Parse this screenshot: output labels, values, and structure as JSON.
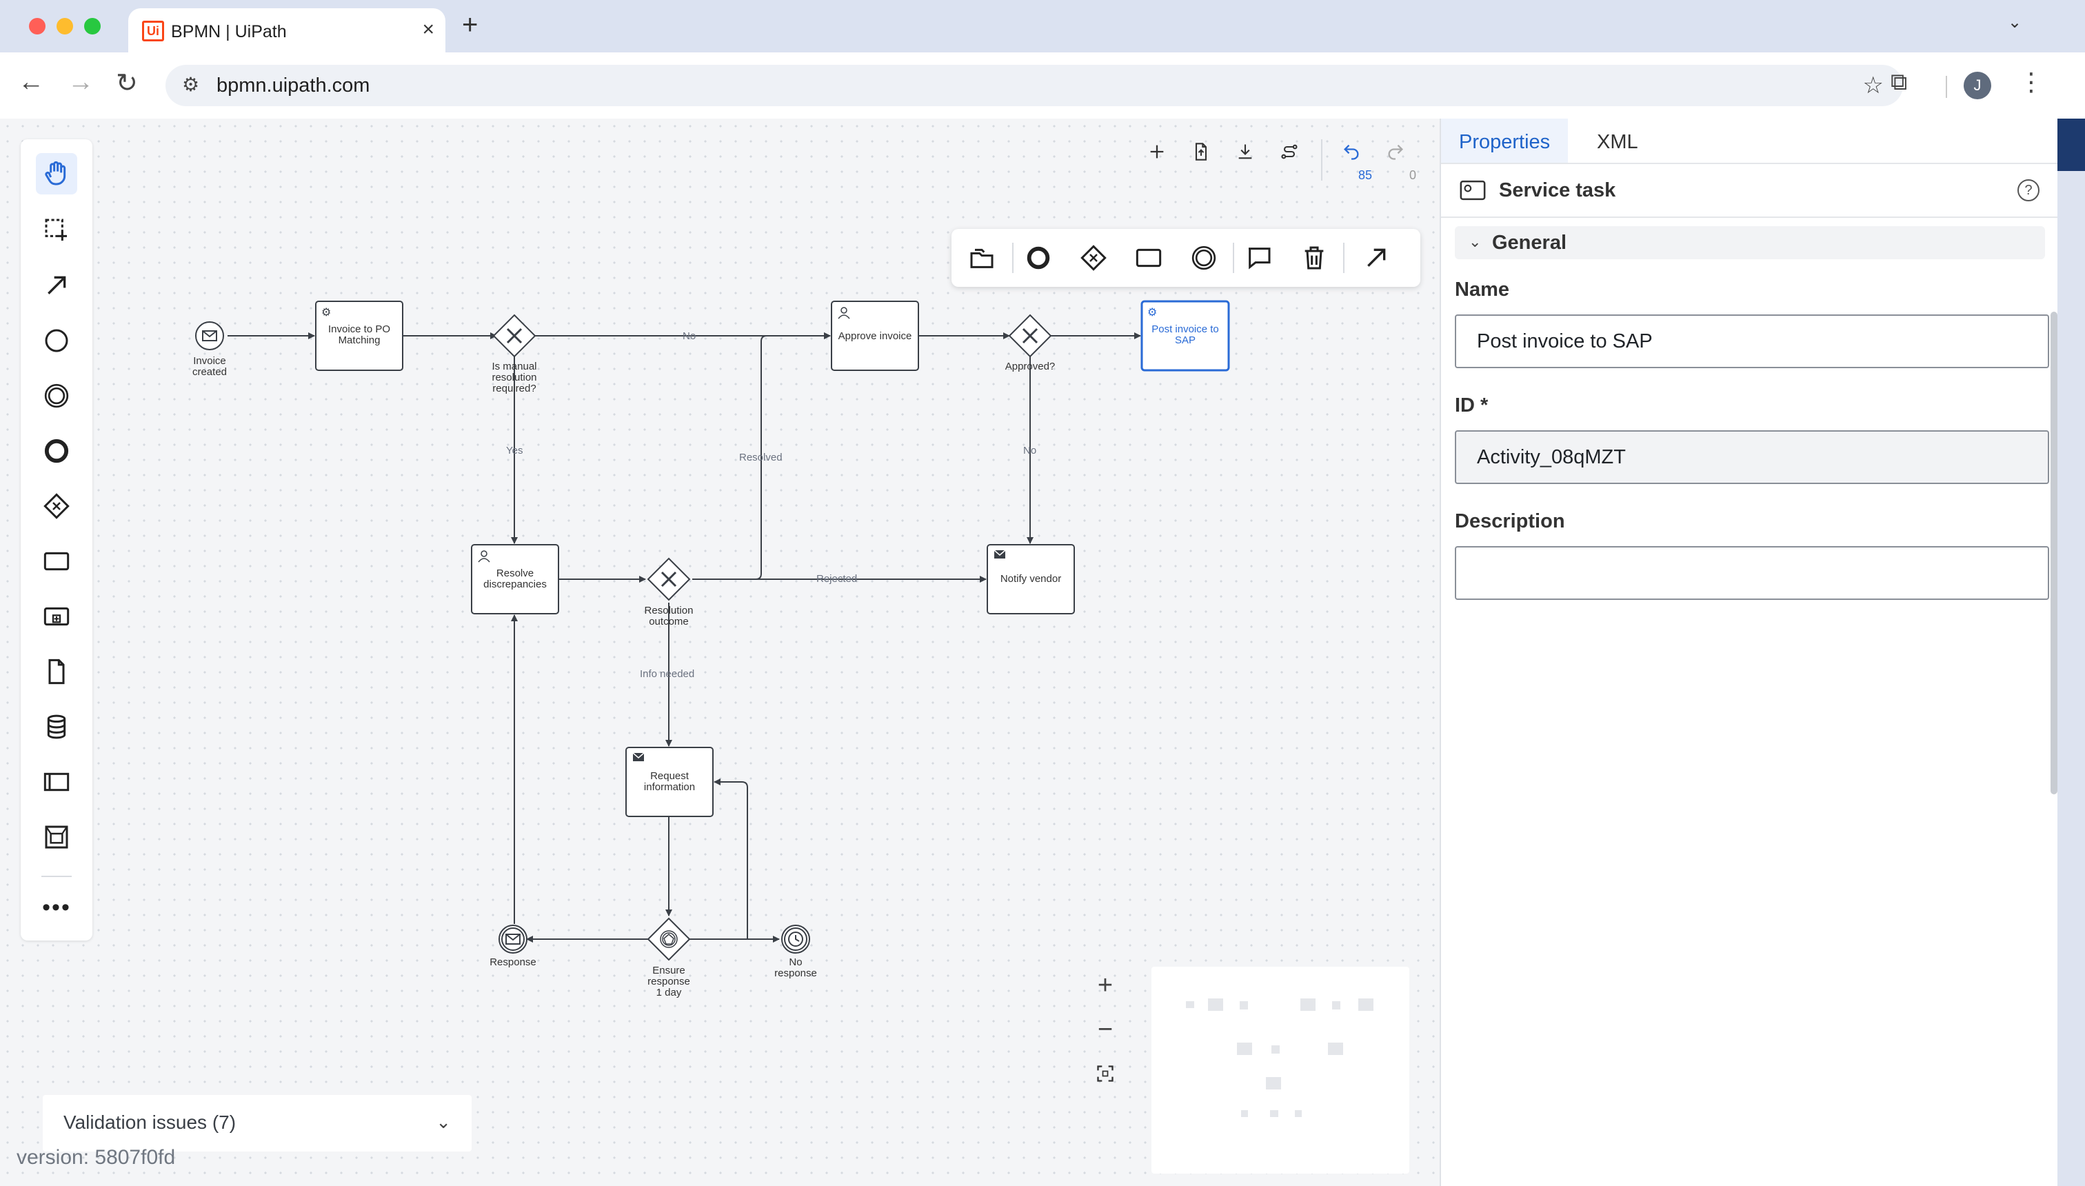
{
  "browser": {
    "tab_title": "BPMN | UiPath",
    "favicon_text": "Ui",
    "url": "bpmn.uipath.com",
    "profile_initial": "J"
  },
  "toolbar": {
    "undo_count": "85",
    "redo_count": "0"
  },
  "diagram": {
    "nodes": {
      "invoice_created": [
        "Invoice",
        "created"
      ],
      "invoice_po_matching": [
        "Invoice to PO",
        "Matching"
      ],
      "manual_resolution": [
        "Is manual",
        "resolution",
        "required?"
      ],
      "approve_invoice": [
        "Approve invoice"
      ],
      "approved": [
        "Approved?"
      ],
      "post_invoice": [
        "Post invoice to",
        "SAP"
      ],
      "resolve_discrepancies": [
        "Resolve",
        "discrepancies"
      ],
      "resolution_outcome": [
        "Resolution",
        "outcome"
      ],
      "notify_vendor": [
        "Notify vendor"
      ],
      "request_information": [
        "Request",
        "information"
      ],
      "response": [
        "Response"
      ],
      "ensure_response": [
        "Ensure",
        "response",
        "1 day"
      ],
      "no_response": [
        "No",
        "response"
      ]
    },
    "edges": {
      "no_top": "No",
      "yes": "Yes",
      "resolved": "Resolved",
      "no_right": "No",
      "rejected": "Rejected",
      "info_needed": "Info needed"
    },
    "colors": {
      "selected": "#2a6bd6",
      "stroke": "#3a3f46"
    }
  },
  "canvas": {
    "validation_label": "Validation issues (7)",
    "version": "version: 5807f0fd"
  },
  "properties": {
    "tabs": [
      "Properties",
      "XML"
    ],
    "element_type": "Service task",
    "group": "General",
    "name_label": "Name",
    "name_value": "Post invoice to SAP",
    "id_label": "ID *",
    "id_value": "Activity_08qMZT",
    "description_label": "Description",
    "description_value": ""
  }
}
